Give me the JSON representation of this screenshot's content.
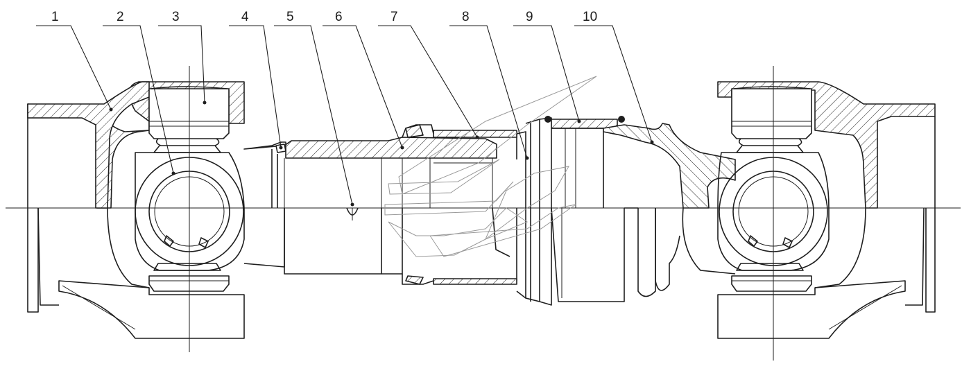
{
  "callouts": [
    {
      "label": "1"
    },
    {
      "label": "2"
    },
    {
      "label": "3"
    },
    {
      "label": "4"
    },
    {
      "label": "5"
    },
    {
      "label": "6"
    },
    {
      "label": "7"
    },
    {
      "label": "8"
    },
    {
      "label": "9"
    },
    {
      "label": "10"
    }
  ],
  "colors": {
    "ink": "#1e1e1e",
    "watermark": "#9a9a9a",
    "background": "#ffffff"
  }
}
